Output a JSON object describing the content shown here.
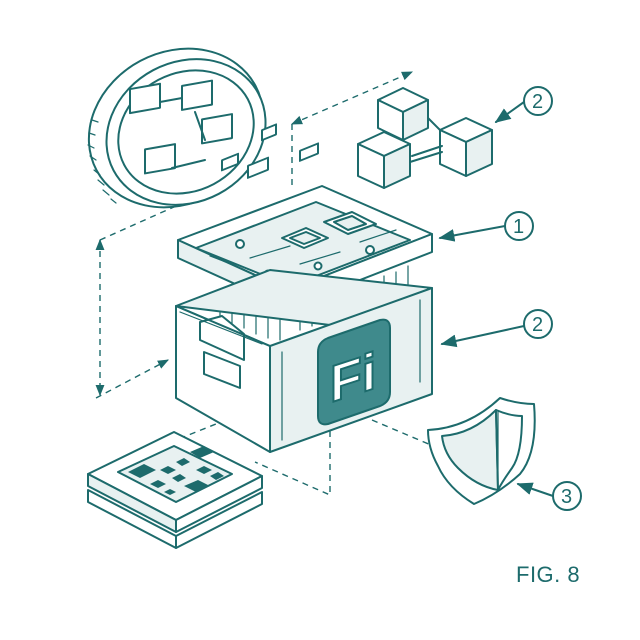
{
  "figure": {
    "label": "FIG. 8"
  },
  "module": {
    "logo_text": "Fi"
  },
  "callouts": [
    {
      "id": "callout-1",
      "number": "1",
      "target": "circuit-board"
    },
    {
      "id": "callout-2a",
      "number": "2",
      "target": "blockchain-blocks"
    },
    {
      "id": "callout-2b",
      "number": "2",
      "target": "fi-module-housing"
    },
    {
      "id": "callout-3",
      "number": "3",
      "target": "security-shield"
    }
  ],
  "colors": {
    "line": "#1d6b6c",
    "accent": "#3f8a8c",
    "tint": "#e8f1f1"
  }
}
